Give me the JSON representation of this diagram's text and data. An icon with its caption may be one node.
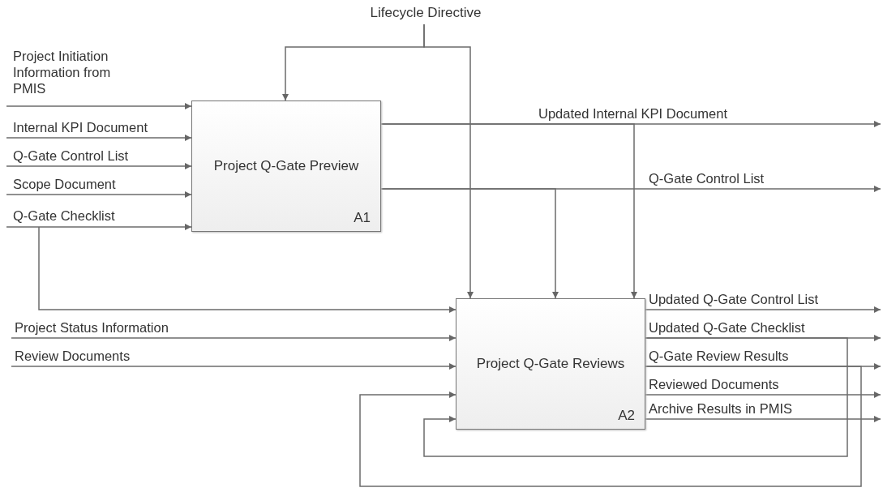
{
  "diagram": {
    "nodes": [
      {
        "text": [
          "Lifecycle Directive"
        ]
      },
      {
        "text": [
          "Project Q-Gate Preview",
          "A1"
        ]
      },
      {
        "text": [
          "Project Q-Gate Reviews",
          "A2"
        ]
      }
    ],
    "edges": [
      {
        "from": 0,
        "to": 1,
        "arrow": "to"
      },
      {
        "from": 0,
        "to": 2,
        "arrow": "to"
      },
      {
        "from": null,
        "to": 1,
        "arrow": "to",
        "label": "Project Initiation Information from PMIS"
      },
      {
        "from": null,
        "to": 1,
        "arrow": "to",
        "label": "Internal KPI Document"
      },
      {
        "from": null,
        "to": 1,
        "arrow": "to",
        "label": "Q-Gate Control List"
      },
      {
        "from": null,
        "to": 1,
        "arrow": "to",
        "label": "Scope Document"
      },
      {
        "from": null,
        "to": 1,
        "arrow": "to",
        "label": "Q-Gate Checklist"
      },
      {
        "from": null,
        "to": 2,
        "arrow": "to"
      },
      {
        "from": 1,
        "to": null,
        "arrow": "to",
        "label": "Updated Internal KPI Document"
      },
      {
        "from": 1,
        "to": 2,
        "arrow": "to"
      },
      {
        "from": 1,
        "to": null,
        "arrow": "to",
        "label": "Q-Gate Control List"
      },
      {
        "from": 1,
        "to": 2,
        "arrow": "to"
      },
      {
        "from": null,
        "to": 2,
        "arrow": "to",
        "label": "Project Status Information"
      },
      {
        "from": null,
        "to": 2,
        "arrow": "to",
        "label": "Review Documents"
      },
      {
        "from": 2,
        "to": null,
        "arrow": "to",
        "label": "Updated Q-Gate Control List"
      },
      {
        "from": 2,
        "to": null,
        "arrow": "to",
        "label": "Updated Q-Gate Checklist"
      },
      {
        "from": 2,
        "to": null,
        "arrow": "to",
        "label": "Q-Gate Review Results"
      },
      {
        "from": 2,
        "to": null,
        "arrow": "to",
        "label": "Reviewed Documents"
      },
      {
        "from": 2,
        "to": null,
        "arrow": "to",
        "label": "Archive Results in PMIS"
      },
      {
        "from": 2,
        "to": 2,
        "arrow": "to"
      },
      {
        "from": 2,
        "to": 2,
        "arrow": "to"
      }
    ]
  }
}
